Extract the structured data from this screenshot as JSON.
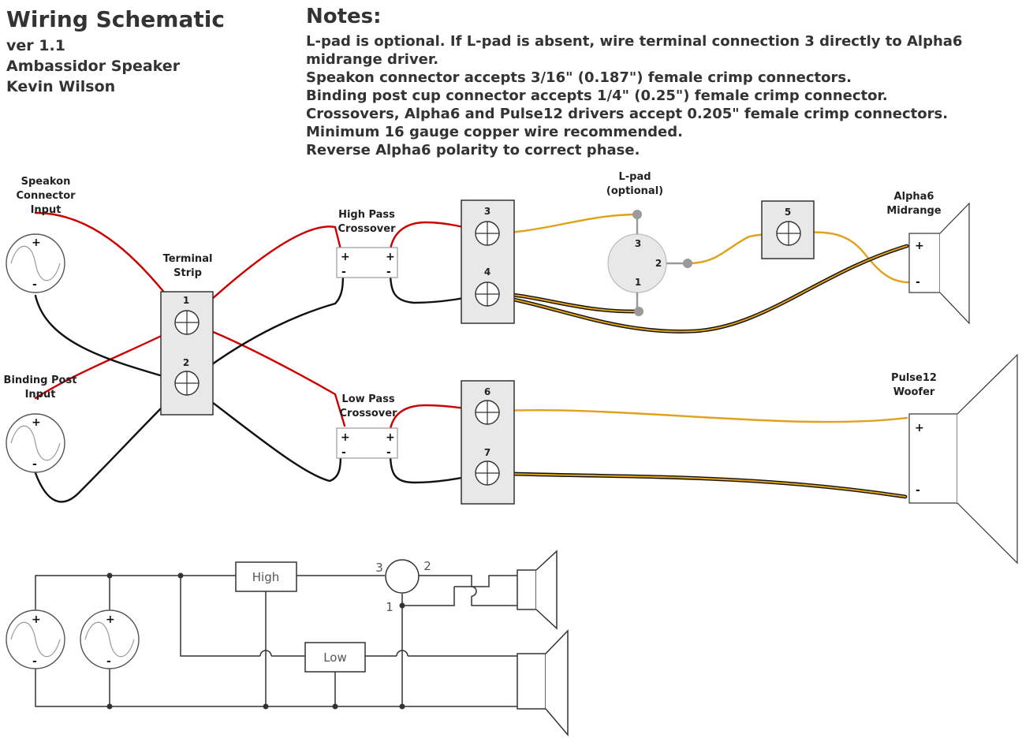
{
  "header": {
    "title": "Wiring Schematic",
    "version": "ver 1.1",
    "project": "Ambassidor Speaker",
    "author": "Kevin Wilson"
  },
  "notes": {
    "title": "Notes:",
    "lines": [
      "L-pad is optional. If L-pad is absent, wire terminal connection 3 directly to Alpha6",
      "midrange driver.",
      "Speakon connector accepts 3/16\" (0.187\") female crimp connectors.",
      "Binding post cup connector accepts 1/4\" (0.25\") female crimp connector.",
      "Crossovers, Alpha6 and Pulse12 drivers accept 0.205\" female crimp connectors.",
      "Minimum 16 gauge copper wire recommended.",
      "Reverse Alpha6 polarity to correct phase."
    ]
  },
  "wiring": {
    "speakon": [
      "Speakon",
      "Connector",
      "Input"
    ],
    "binding": [
      "Binding Post",
      "Input"
    ],
    "terminal_strip": [
      "Terminal",
      "Strip"
    ],
    "hp": [
      "High Pass",
      "Crossover"
    ],
    "lp": [
      "Low Pass",
      "Crossover"
    ],
    "lpad": [
      "L-pad",
      "(optional)"
    ],
    "alpha6": [
      "Alpha6",
      "Midrange"
    ],
    "pulse12": [
      "Pulse12",
      "Woofer"
    ],
    "t1": "1",
    "t2": "2",
    "t3": "3",
    "t4": "4",
    "t5": "5",
    "t6": "6",
    "t7": "7",
    "lpad_3": "3",
    "lpad_2": "2",
    "lpad_1": "1",
    "plus": "+",
    "minus": "-"
  },
  "schematic": {
    "high": "High",
    "low": "Low",
    "pin3": "3",
    "pin2": "2",
    "pin1": "1",
    "plus": "+",
    "minus": "-"
  },
  "colors": {
    "red": "#cc0000",
    "black": "#111111",
    "orange": "#e0a11b",
    "gray_fill": "#e8e8e8",
    "node": "#9a9a9a"
  }
}
